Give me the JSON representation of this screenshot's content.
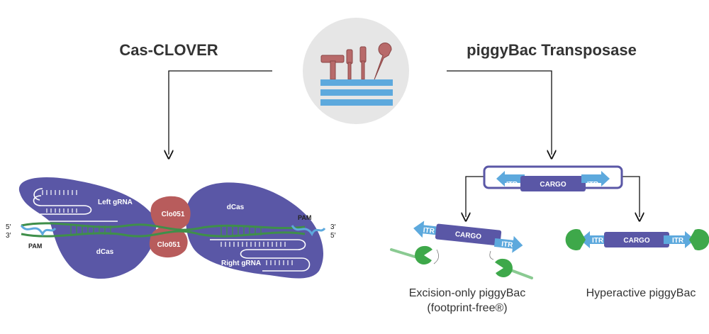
{
  "titles": {
    "left": "Cas-CLOVER",
    "right": "piggyBac Transposase"
  },
  "cas": {
    "left_grna": "Left gRNA",
    "right_grna": "Right gRNA",
    "dcas_left": "dCas",
    "dcas_right": "dCas",
    "clo_top": "Clo051",
    "clo_bottom": "Clo051",
    "pam_left": "PAM",
    "pam_right": "PAM",
    "end_left_top": "5′",
    "end_left_bottom": "3′",
    "end_right_top": "3′",
    "end_right_bottom": "5′"
  },
  "piggybac": {
    "itr": "ITR",
    "cargo": "CARGO",
    "excision_line1": "Excision-only piggyBac",
    "excision_line2": "(footprint-free®)",
    "hyperactive": "Hyperactive piggyBac"
  },
  "colors": {
    "dcas": "#5a57a6",
    "clo": "#b85c5c",
    "dna_green": "#3f8f4a",
    "itr_blue": "#5da9dd",
    "cargo_purple": "#5a57a6",
    "transposase_green": "#3ea84a",
    "toolbox_blue": "#5da9dd",
    "tool_red": "#b86a6a",
    "circle_gray": "#e6e6e6"
  }
}
